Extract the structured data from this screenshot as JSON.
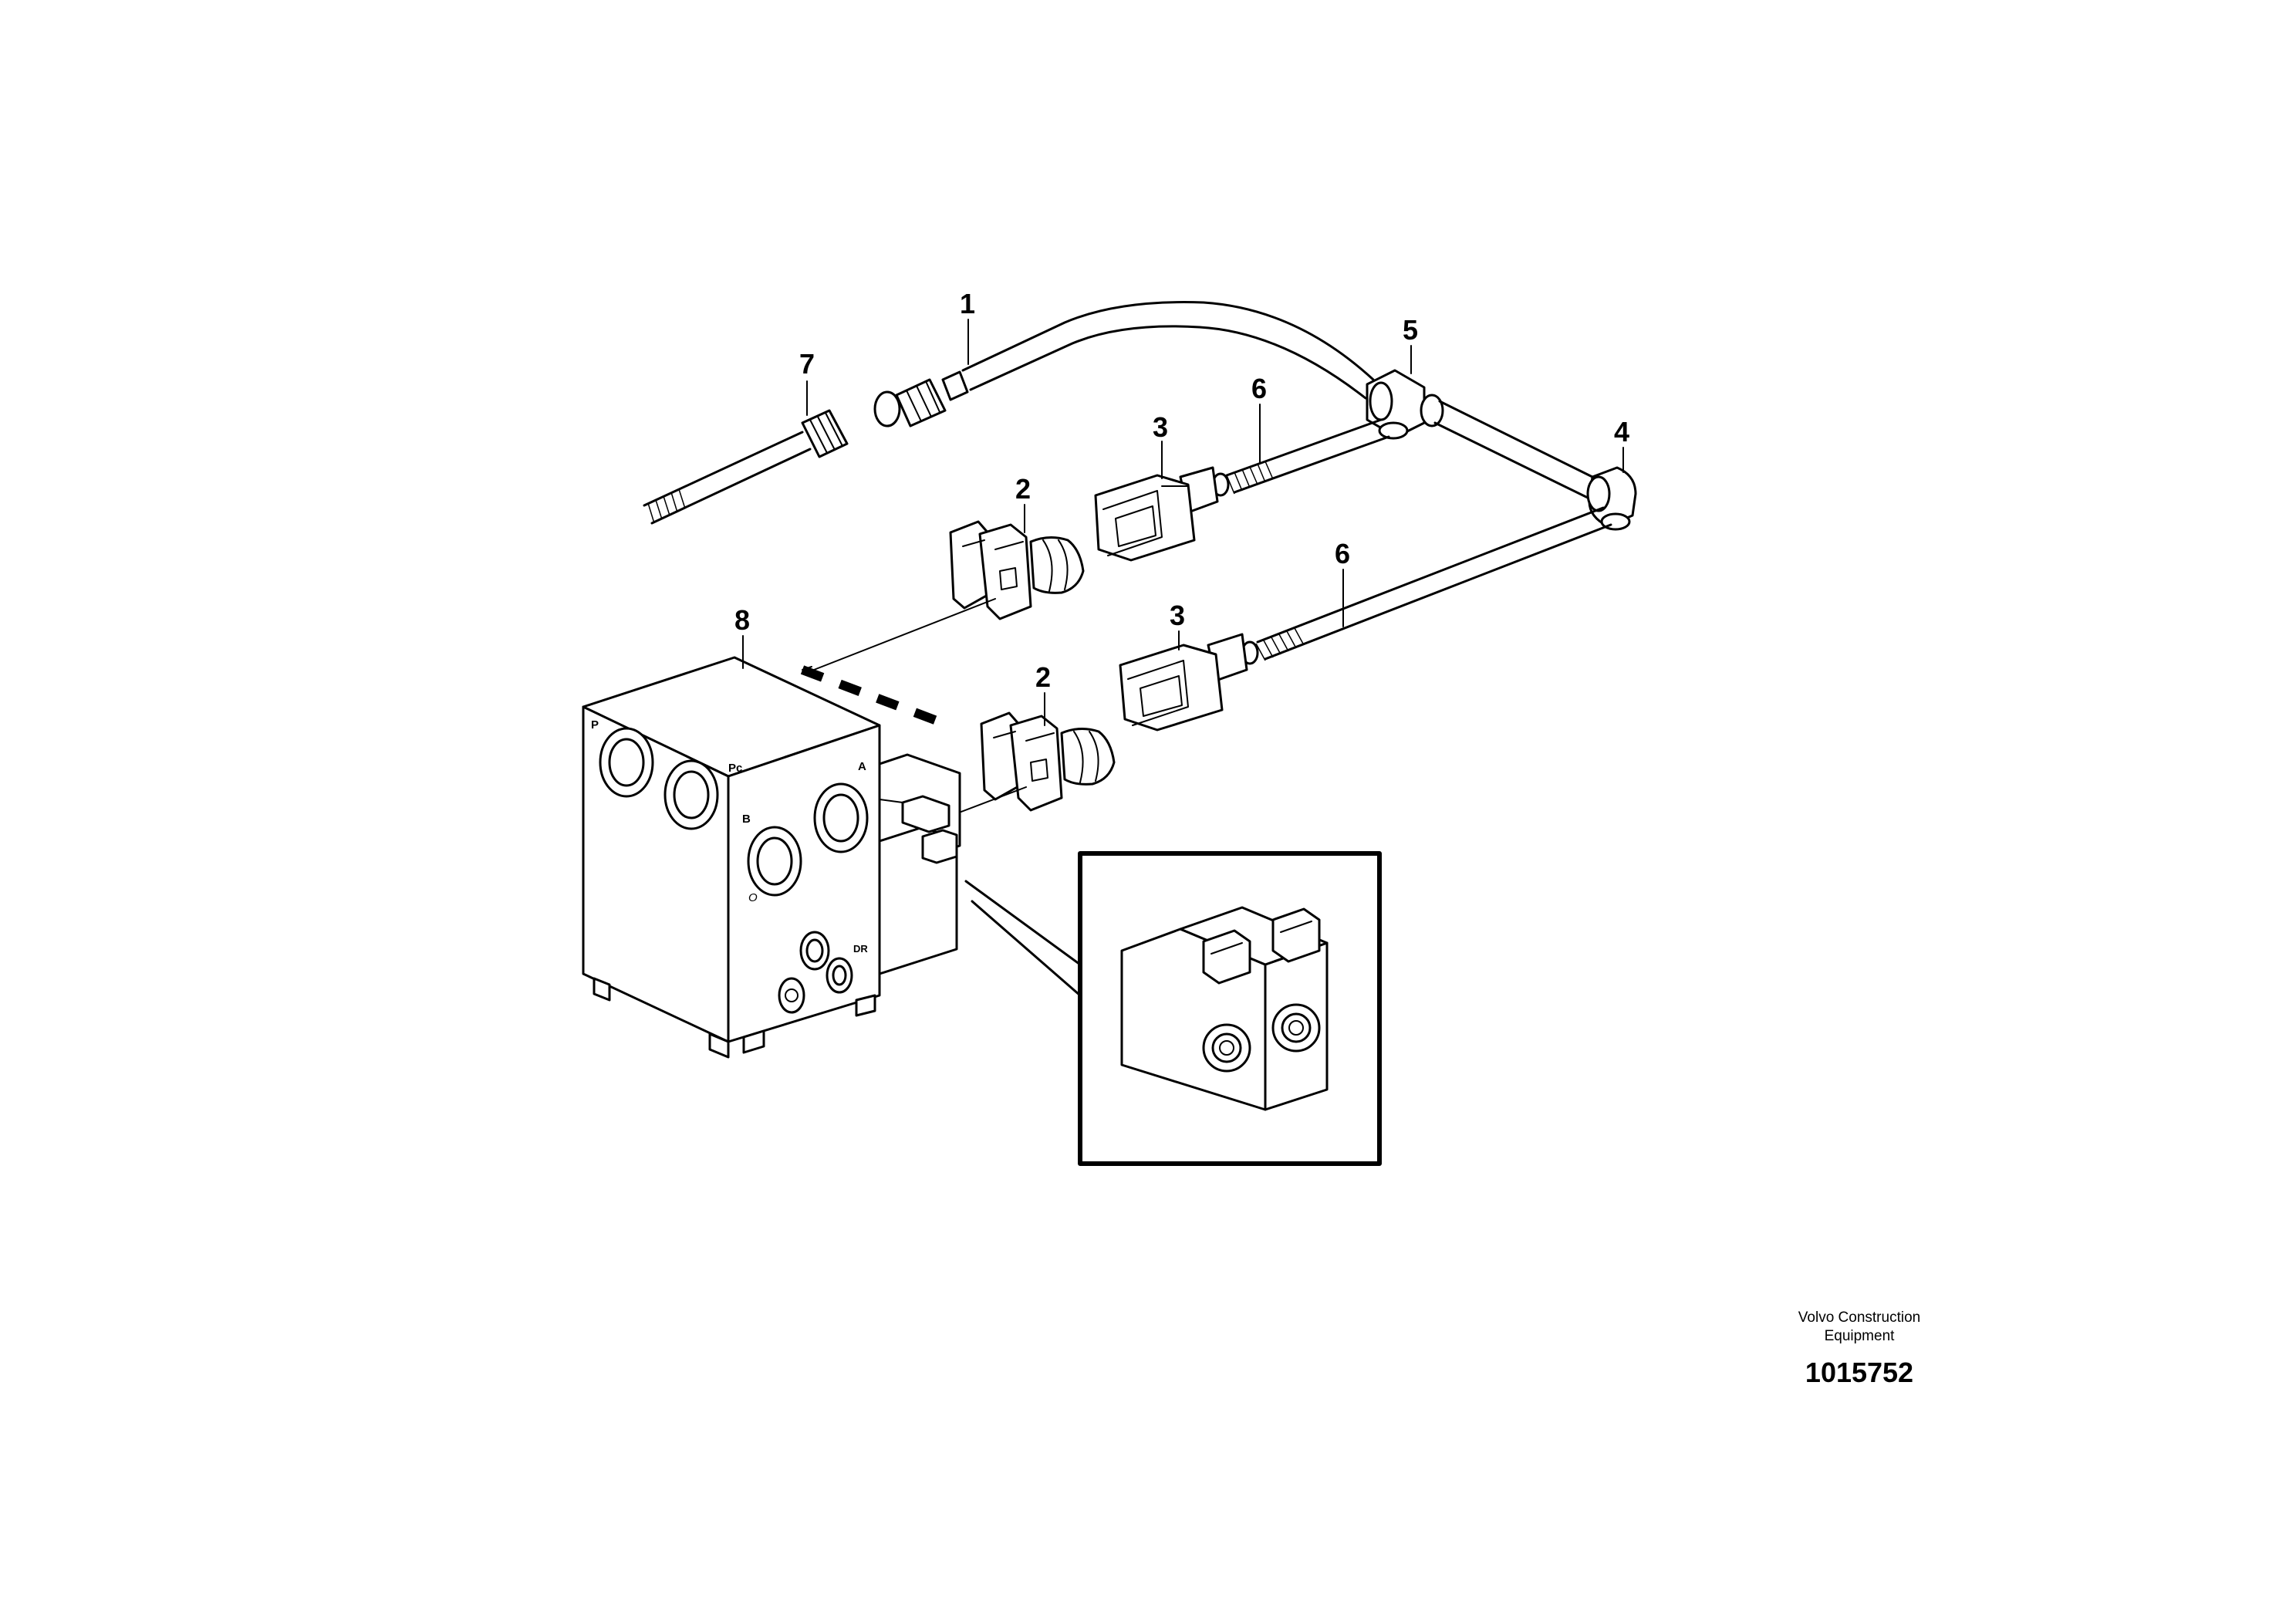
{
  "callouts": {
    "c1": "1",
    "c2a": "2",
    "c2b": "2",
    "c3a": "3",
    "c3b": "3",
    "c4": "4",
    "c5": "5",
    "c6a": "6",
    "c6b": "6",
    "c7": "7",
    "c8": "8"
  },
  "valve_port_labels": {
    "p": "P",
    "pc": "Pc",
    "a": "A",
    "b": "B",
    "o": "O",
    "dr": "DR"
  },
  "footer": {
    "brand_line1": "Volvo Construction",
    "brand_line2": "Equipment",
    "drawing_number": "1015752"
  }
}
